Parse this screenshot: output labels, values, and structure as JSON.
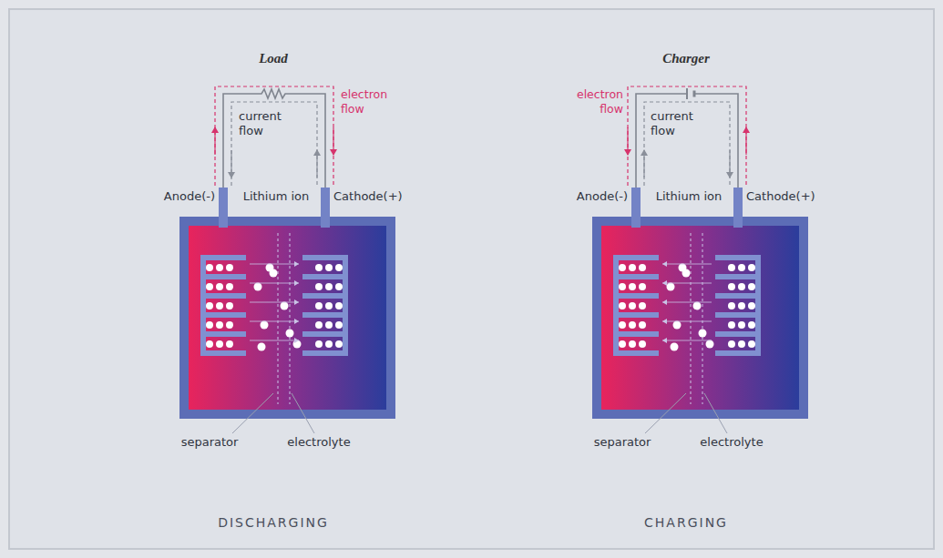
{
  "diagram": {
    "labels": [
      "Load",
      "current flow",
      "electron flow",
      "Anode(-)",
      "Lithium ion",
      "Cathode(+)",
      "separator",
      "electrolyte",
      "DISCHARGING",
      "Charger",
      "electron flow",
      "current flow",
      "Anode(-)",
      "Lithium ion",
      "Cathode(+)",
      "separator",
      "electrolyte",
      "CHARGING"
    ]
  }
}
